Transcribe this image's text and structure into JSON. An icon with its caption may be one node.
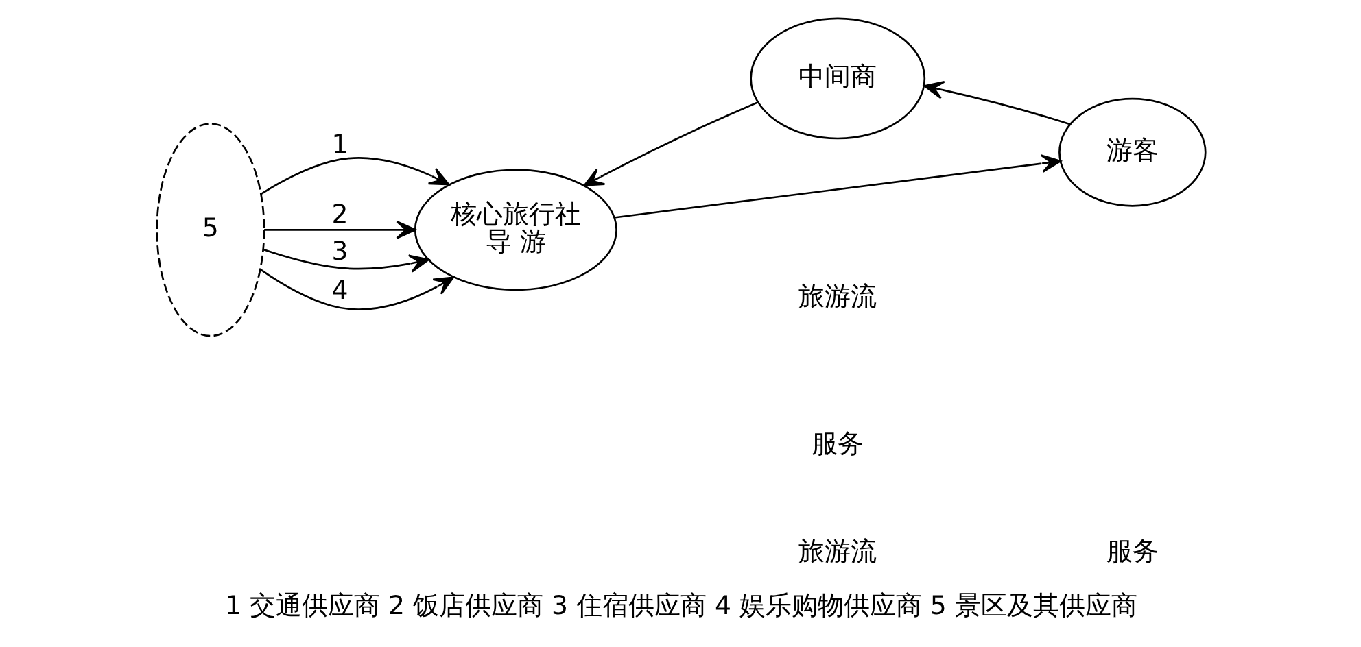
{
  "diagram": {
    "caption": "1 交通供应商 2 饭店供应商 3 住宿供应商 4 娱乐购物供应商 5 景区及其供应商",
    "nodes": [
      {
        "text": [
          "5"
        ]
      },
      {
        "text": [
          "核心旅行社",
          "导 游"
        ]
      },
      {
        "text": [
          "中间商"
        ]
      },
      {
        "text": [
          "游客"
        ]
      }
    ],
    "edges": [
      {
        "from": 0,
        "to": 1,
        "arrow": "to",
        "label": "1"
      },
      {
        "from": 0,
        "to": 1,
        "arrow": "to",
        "label": "2"
      },
      {
        "from": 0,
        "to": 1,
        "arrow": "to",
        "label": "3"
      },
      {
        "from": 0,
        "to": 1,
        "arrow": "to",
        "label": "4"
      },
      {
        "from": 2,
        "to": 1,
        "arrow": "to"
      },
      {
        "from": 3,
        "to": 2,
        "arrow": "to"
      },
      {
        "from": 1,
        "to": 3,
        "arrow": "to"
      }
    ],
    "labels": [
      "旅游流",
      "服务",
      "旅游流",
      "服务"
    ]
  }
}
